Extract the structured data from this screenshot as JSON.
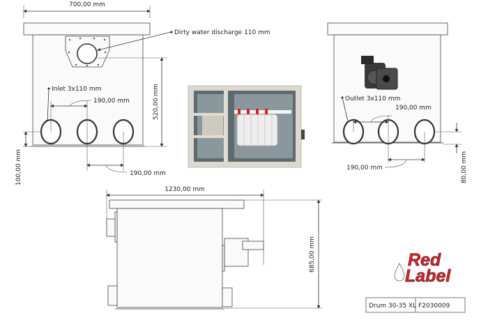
{
  "front_view": {
    "width_dim": "700,00 mm",
    "discharge_label": "Dirty water discharge 110 mm",
    "height_dim": "520,00 mm",
    "inlet_label": "Inlet 3x110 mm",
    "spacing_top": "190,00 mm",
    "spacing_bottom": "190,00 mm",
    "pipe_height_dim": "100,00 mm"
  },
  "back_view": {
    "outlet_label": "Outlet 3x110 mm",
    "spacing_top": "190,00 mm",
    "spacing_bottom": "190,00 mm",
    "pipe_height_dim": "80,00 mm"
  },
  "side_view": {
    "length_dim": "1230,00 mm",
    "height_dim": "685,00 mm"
  },
  "logo": {
    "line1": "Red",
    "line2": "Label"
  },
  "title_block": {
    "model": "Drum 30-35 XL",
    "code": "F2030009"
  },
  "colors": {
    "brand_red": "#e31e24"
  }
}
